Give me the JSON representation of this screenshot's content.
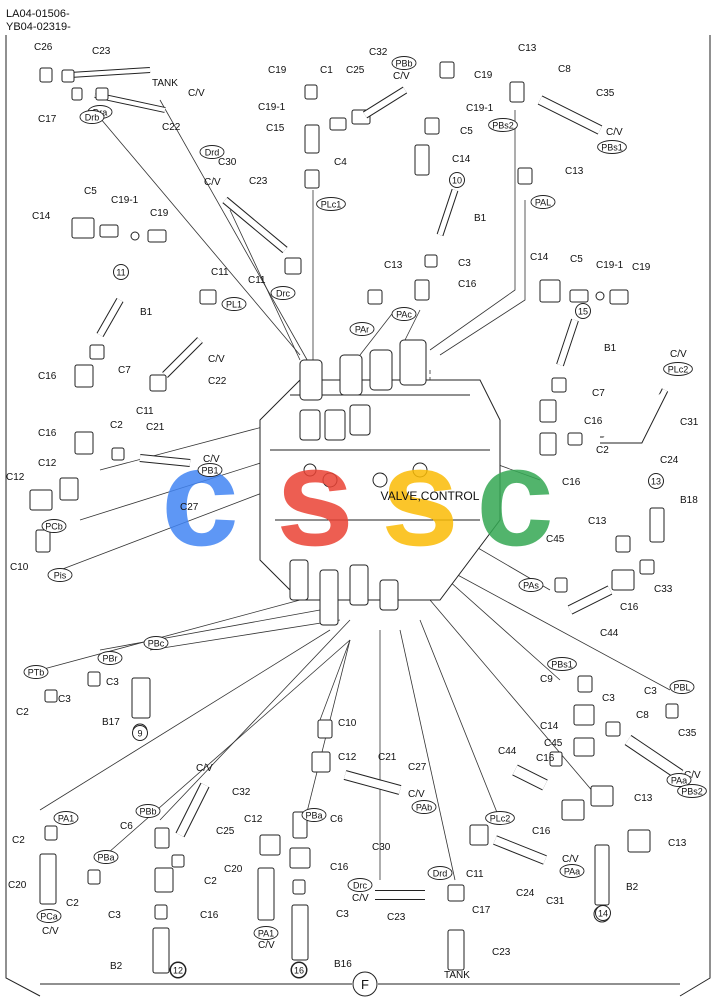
{
  "header": {
    "code_1": "LA04-01506-",
    "code_2": "YB04-02319-"
  },
  "title": "VALVE,CONTROL",
  "section_mark": "F",
  "watermark": {
    "letters": [
      "c",
      "s",
      "s",
      "c"
    ],
    "colors": [
      "#4285F4",
      "#EA4335",
      "#FBBC05",
      "#34A853"
    ]
  },
  "labels": {
    "tank_top": "TANK",
    "tank_bottom": "TANK",
    "check_valve": "C/V"
  },
  "ports": [
    "Dra",
    "Drb",
    "PBb",
    "PBs2",
    "PBs1",
    "PAL",
    "PLc1",
    "Drd",
    "Drc",
    "PL1",
    "PAr",
    "PAc",
    "PLc2",
    "PB1",
    "PAb",
    "PAa",
    "PCb",
    "Pis",
    "PAs",
    "PTb",
    "PBr",
    "PBc",
    "PBs1",
    "PBL",
    "PA1",
    "PBb",
    "PBa",
    "PCa",
    "PBa",
    "PA1",
    "Drc",
    "Drd",
    "PLc2",
    "PAa",
    "PBs2"
  ],
  "circled_numbers": [
    "10",
    "11",
    "15",
    "13",
    "9",
    "12",
    "16",
    "14"
  ],
  "parts": {
    "C1": "C1",
    "C2": "C2",
    "C3": "C3",
    "C4": "C4",
    "C5": "C5",
    "C6": "C6",
    "C7": "C7",
    "C8": "C8",
    "C9": "C9",
    "C10": "C10",
    "C11": "C11",
    "C12": "C12",
    "C13": "C13",
    "C14": "C14",
    "C15": "C15",
    "C16": "C16",
    "C17": "C17",
    "C19": "C19",
    "C19_1": "C19-1",
    "C20": "C20",
    "C21": "C21",
    "C22": "C22",
    "C23": "C23",
    "C24": "C24",
    "C25": "C25",
    "C26": "C26",
    "C27": "C27",
    "C30": "C30",
    "C31": "C31",
    "C32": "C32",
    "C33": "C33",
    "C35": "C35",
    "C44": "C44",
    "C45": "C45",
    "B1": "B1",
    "B2": "B2",
    "B16": "B16",
    "B17": "B17",
    "B18": "B18"
  }
}
